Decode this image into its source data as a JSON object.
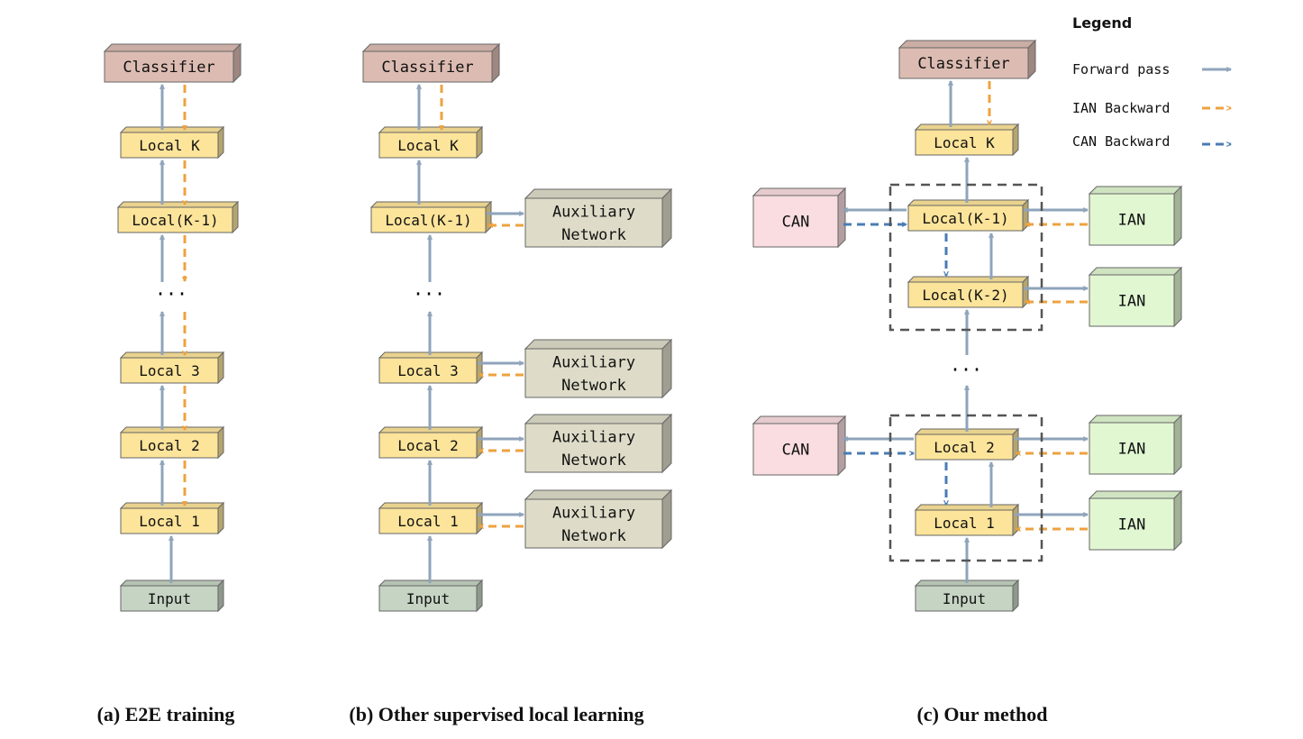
{
  "labels": {
    "classifier": "Classifier",
    "local_k": "Local K",
    "local_k_minus_1": "Local(K-1)",
    "local_k_minus_2": "Local(K-2)",
    "local_3": "Local 3",
    "local_2": "Local 2",
    "local_1": "Local 1",
    "input": "Input",
    "ellipsis": "···",
    "aux_line1": "Auxiliary",
    "aux_line2": "Network",
    "can": "CAN",
    "ian": "IAN"
  },
  "captions": {
    "a": "(a) E2E training",
    "b": "(b) Other supervised local learning",
    "c": "(c) Our method"
  },
  "legend": {
    "title": "Legend",
    "forward": "Forward pass",
    "ian_backward": "IAN Backward",
    "can_backward": "CAN Backward"
  },
  "colors": {
    "classifier": "#dcbcb2",
    "local": "#fce49a",
    "input": "#c5d4c3",
    "aux": "#dedcc8",
    "can": "#f9dde0",
    "ian": "#e1f7d2",
    "forward_arrow": "#8fa4bb",
    "ian_backward_arrow": "#eea23f",
    "can_backward_arrow": "#4a7cb5",
    "group_border": "#555555"
  }
}
